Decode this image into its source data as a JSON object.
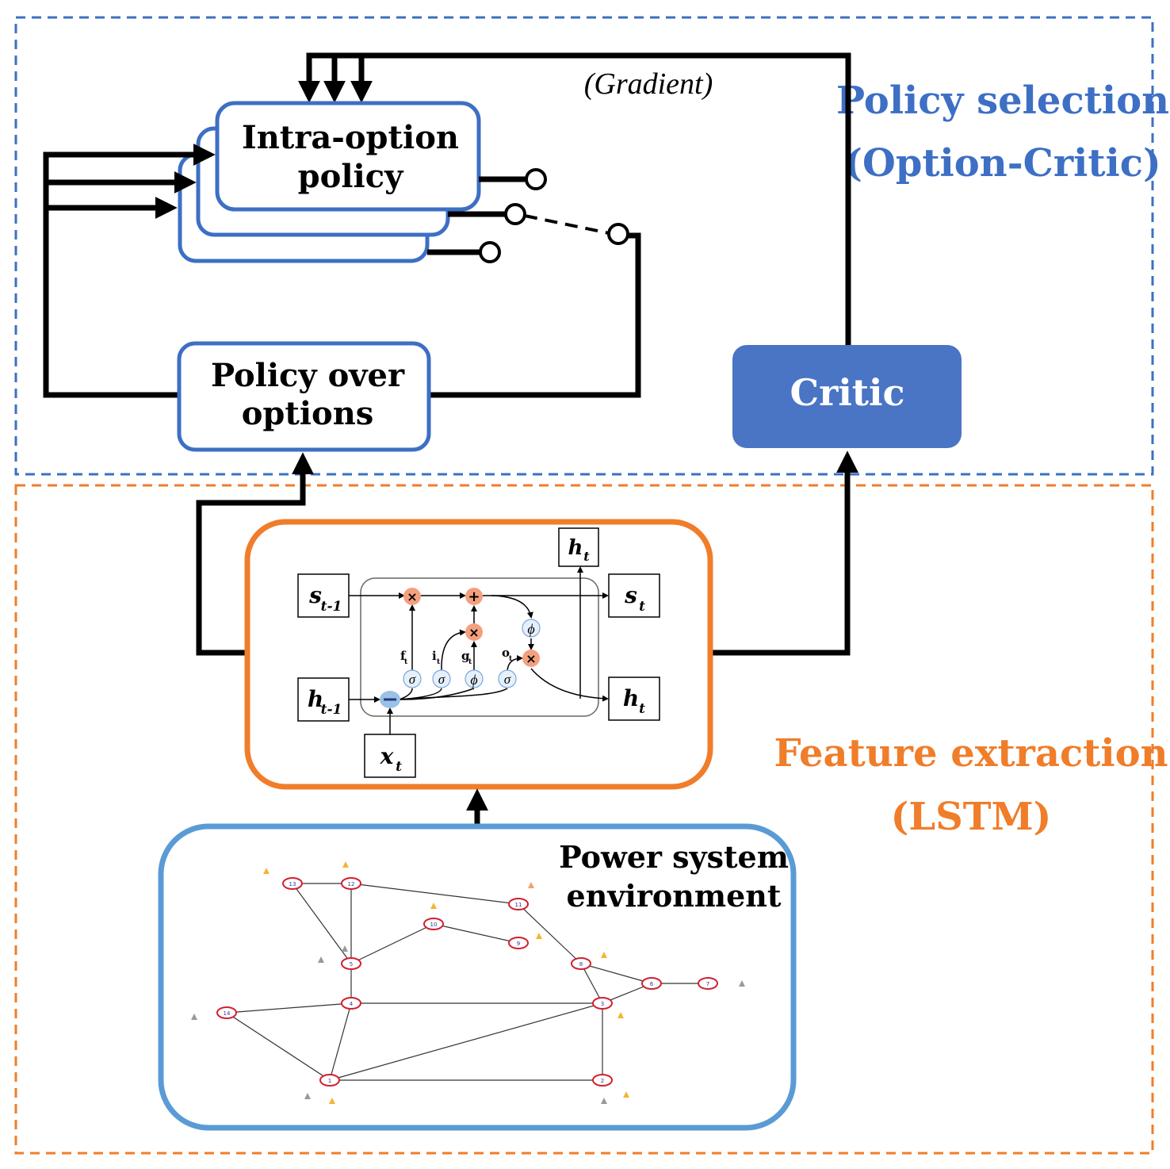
{
  "sections": {
    "policy_selection": {
      "line1": "Policy selection",
      "line2": "(Option-Critic)",
      "color": "#3d6fc4"
    },
    "feature_extraction": {
      "line1": "Feature extraction",
      "line2": "(LSTM)",
      "color": "#f07d2a"
    }
  },
  "blocks": {
    "intra_option": {
      "line1": "Intra-option",
      "line2": "policy"
    },
    "policy_over_options": {
      "line1": "Policy over",
      "line2": "options"
    },
    "critic": {
      "label": "Critic",
      "fill": "#4a74c4"
    },
    "power_system": {
      "line1": "Power system",
      "line2": "environment"
    }
  },
  "gradient_label": "(Gradient)",
  "lstm": {
    "inputs": {
      "s_prev": "s",
      "s_prev_sub": "t-1",
      "h_prev": "h",
      "h_prev_sub": "t-1",
      "x": "x",
      "x_sub": "t"
    },
    "outputs": {
      "s": "s",
      "s_sub": "t",
      "h": "h",
      "h_sub": "t",
      "h_top": "h",
      "h_top_sub": "t"
    },
    "gates": {
      "f": "f",
      "i": "i",
      "g": "g",
      "o": "o",
      "sub": "t"
    },
    "ops": {
      "mul": "×",
      "add": "+",
      "sigma": "σ",
      "phi": "ϕ"
    }
  },
  "grid_nodes": [
    "1",
    "2",
    "3",
    "4",
    "5",
    "6",
    "7",
    "8",
    "9",
    "10",
    "11",
    "12",
    "13",
    "14"
  ]
}
